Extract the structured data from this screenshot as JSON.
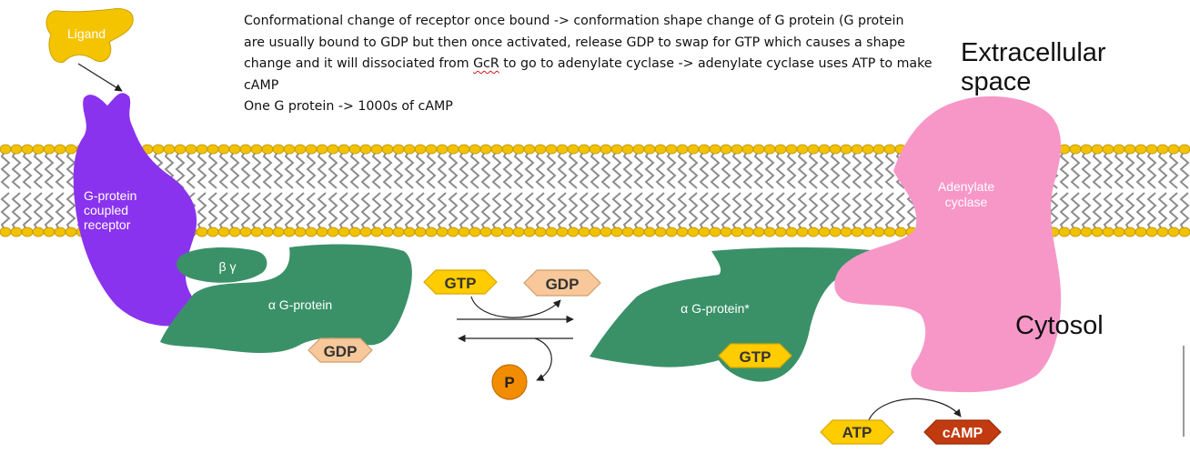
{
  "notes": {
    "line1": "Conformational change of receptor once bound -> conformation shape change of G protein (G protein",
    "line2": "are usually bound to GDP but then once activated, release GDP to swap for GTP which causes a shape",
    "line3_before": "change and it will dissociated from ",
    "line3_flagged": "GcR",
    "line3_after": " to go to adenylate cyclase -> adenylate cyclase uses ATP to make",
    "line4": "cAMP",
    "line5": "One G protein -> 1000s of cAMP"
  },
  "regions": {
    "extracellular_line1": "Extracellular",
    "extracellular_line2": "space",
    "cytosol": "Cytosol"
  },
  "labels": {
    "ligand": "Ligand",
    "receptor_line1": "G-protein",
    "receptor_line2": "coupled",
    "receptor_line3": "receptor",
    "beta_gamma": "β γ",
    "alpha_g_protein": "α G-protein",
    "alpha_g_protein_active": "α G-protein*",
    "adenylate_line1": "Adenylate",
    "adenylate_line2": "cyclase",
    "gdp_bound": "GDP",
    "gtp_in": "GTP",
    "gdp_out": "GDP",
    "phosphate": "P",
    "gtp_bound": "GTP",
    "atp": "ATP",
    "camp": "cAMP"
  },
  "colors": {
    "ligand": "#f5c400",
    "receptor": "#8a33ee",
    "g_protein": "#3a9168",
    "adenylate_cyclase": "#f797c8",
    "gtp": "#ffcc00",
    "gdp": "#f8c89a",
    "phosphate": "#f28c00",
    "camp": "#c23a10",
    "lipid_head": "#f2c200",
    "lipid_tail": "#8c8c8c"
  }
}
